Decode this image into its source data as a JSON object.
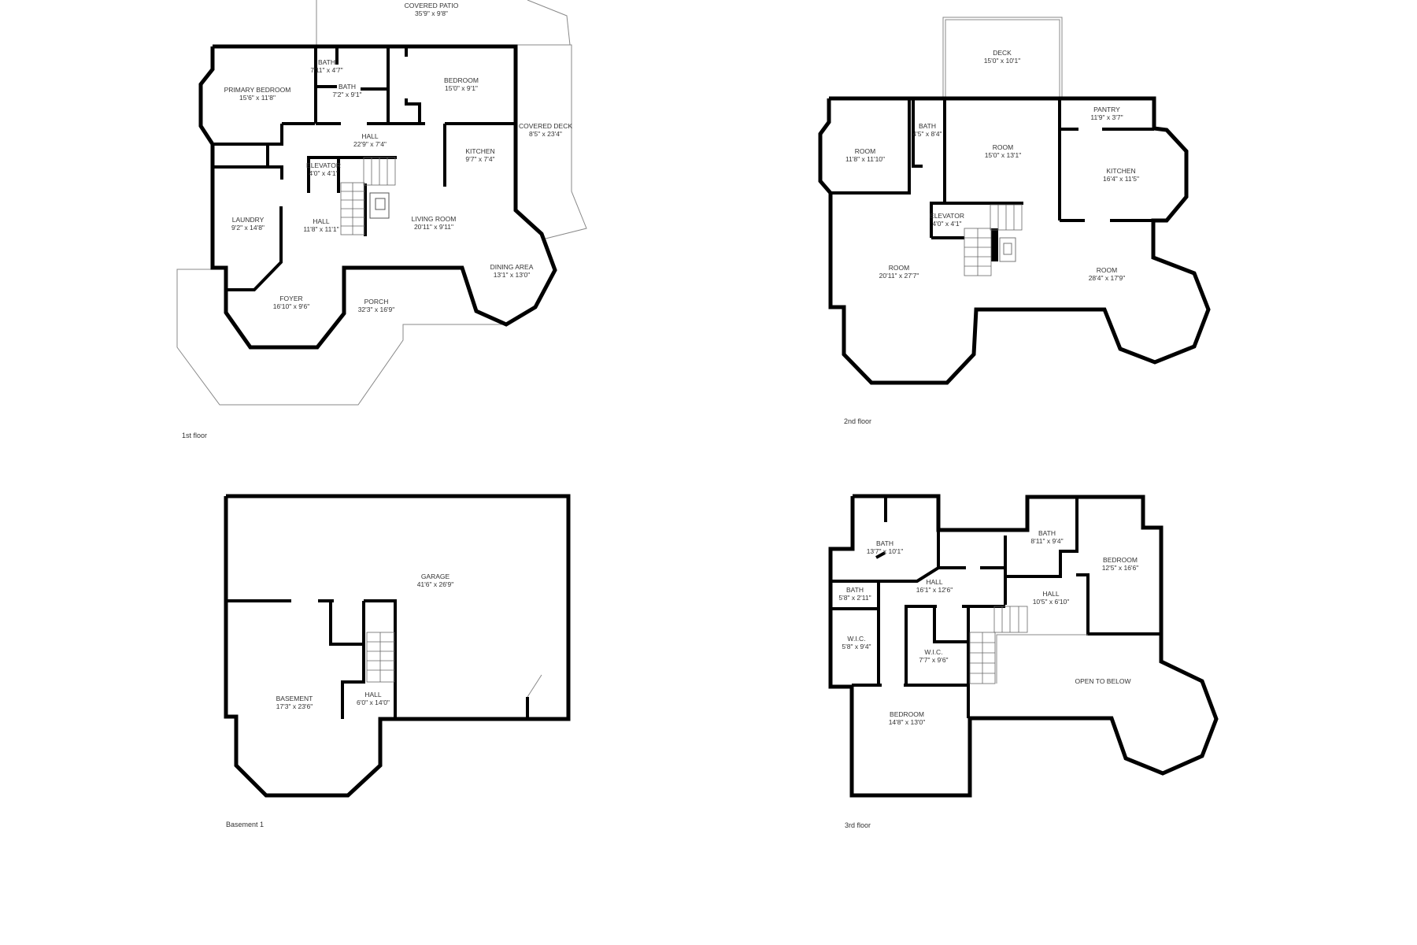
{
  "floors": {
    "first": {
      "label": "1st floor",
      "rooms": [
        {
          "name": "COVERED PATIO",
          "dim": "35'9\" x 9'8\""
        },
        {
          "name": "BATH",
          "dim": "7'11\" x 4'7\""
        },
        {
          "name": "BATH",
          "dim": "7'2\" x 9'1\""
        },
        {
          "name": "PRIMARY BEDROOM",
          "dim": "15'6\" x 11'8\""
        },
        {
          "name": "BEDROOM",
          "dim": "15'0\" x 9'1\""
        },
        {
          "name": "HALL",
          "dim": "22'9\" x 7'4\""
        },
        {
          "name": "KITCHEN",
          "dim": "9'7\" x 7'4\""
        },
        {
          "name": "COVERED DECK",
          "dim": "8'5\" x 23'4\""
        },
        {
          "name": "ELEVATOR",
          "dim": "4'0\" x 4'1\""
        },
        {
          "name": "LAUNDRY",
          "dim": "9'2\" x 14'8\""
        },
        {
          "name": "HALL",
          "dim": "11'8\" x 11'1\""
        },
        {
          "name": "LIVING ROOM",
          "dim": "20'11\" x 9'11\""
        },
        {
          "name": "DINING AREA",
          "dim": "13'1\" x 13'0\""
        },
        {
          "name": "FOYER",
          "dim": "16'10\" x 9'6\""
        },
        {
          "name": "PORCH",
          "dim": "32'3\" x 16'9\""
        }
      ]
    },
    "second": {
      "label": "2nd floor",
      "rooms": [
        {
          "name": "DECK",
          "dim": "15'0\" x 10'1\""
        },
        {
          "name": "ROOM",
          "dim": "11'8\" x 11'10\""
        },
        {
          "name": "BATH",
          "dim": "4'5\" x 8'4\""
        },
        {
          "name": "ROOM",
          "dim": "15'0\" x 13'1\""
        },
        {
          "name": "PANTRY",
          "dim": "11'9\" x 3'7\""
        },
        {
          "name": "KITCHEN",
          "dim": "16'4\" x 11'5\""
        },
        {
          "name": "ELEVATOR",
          "dim": "4'0\" x 4'1\""
        },
        {
          "name": "ROOM",
          "dim": "20'11\" x 27'7\""
        },
        {
          "name": "ROOM",
          "dim": "28'4\" x 17'9\""
        }
      ]
    },
    "basement": {
      "label": "Basement 1",
      "rooms": [
        {
          "name": "GARAGE",
          "dim": "41'6\" x 26'9\""
        },
        {
          "name": "BASEMENT",
          "dim": "17'3\" x 23'6\""
        },
        {
          "name": "HALL",
          "dim": "6'0\" x 14'0\""
        }
      ]
    },
    "third": {
      "label": "3rd floor",
      "rooms": [
        {
          "name": "BATH",
          "dim": "13'7\" x 10'1\""
        },
        {
          "name": "BATH",
          "dim": "8'11\" x 9'4\""
        },
        {
          "name": "BEDROOM",
          "dim": "12'5\" x 16'6\""
        },
        {
          "name": "BATH",
          "dim": "5'8\" x 2'11\""
        },
        {
          "name": "HALL",
          "dim": "16'1\" x 12'6\""
        },
        {
          "name": "HALL",
          "dim": "10'5\" x 6'10\""
        },
        {
          "name": "W.I.C.",
          "dim": "5'8\" x 9'4\""
        },
        {
          "name": "W.I.C.",
          "dim": "7'7\" x 9'6\""
        },
        {
          "name": "OPEN TO BELOW",
          "dim": ""
        },
        {
          "name": "BEDROOM",
          "dim": "14'8\" x 13'0\""
        }
      ]
    }
  }
}
